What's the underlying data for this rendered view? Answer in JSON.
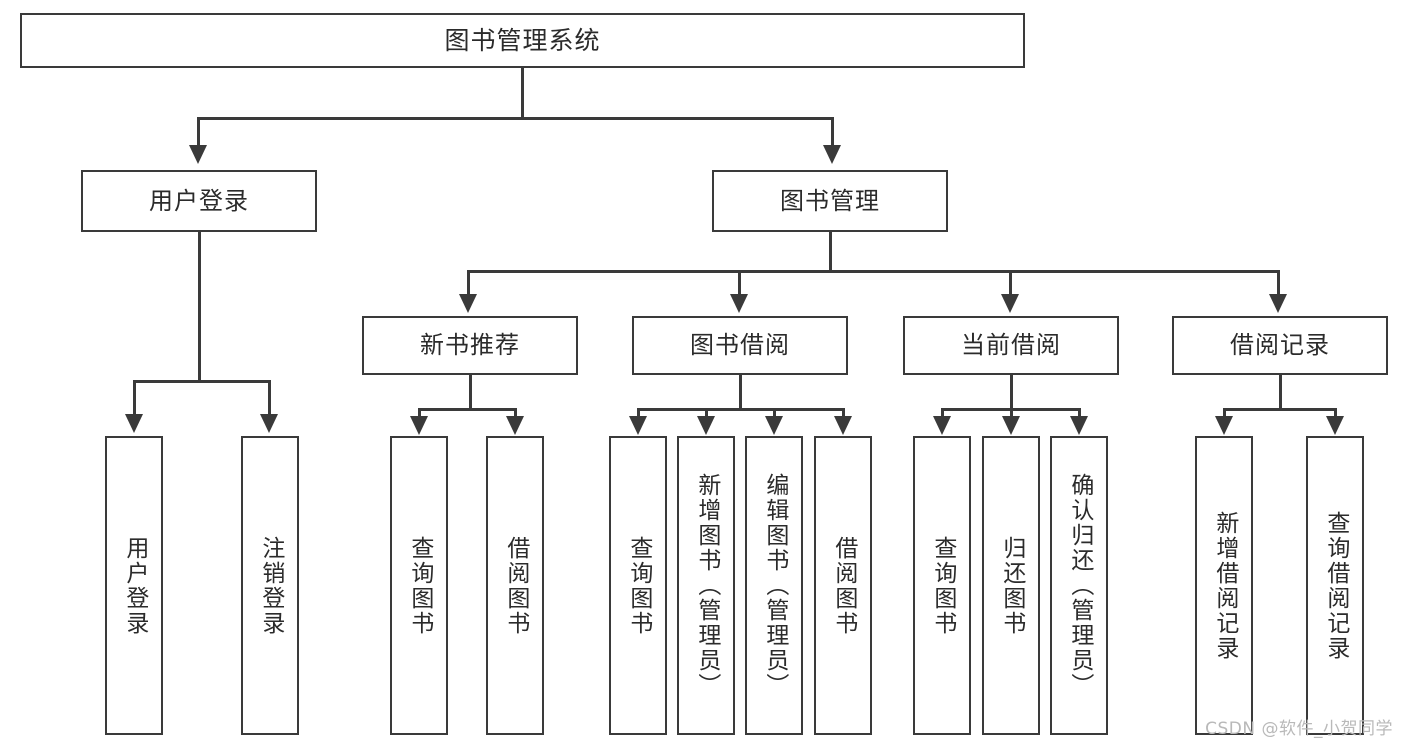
{
  "diagram": {
    "type": "tree-hierarchy",
    "title": "图书管理系统",
    "root": {
      "label": "图书管理系统"
    },
    "level2": [
      {
        "label": "用户登录"
      },
      {
        "label": "图书管理"
      }
    ],
    "level3": [
      {
        "label": "新书推荐"
      },
      {
        "label": "图书借阅"
      },
      {
        "label": "当前借阅"
      },
      {
        "label": "借阅记录"
      }
    ],
    "leaves": {
      "user_login": [
        "用户登录",
        "注销登录"
      ],
      "new_book_recommend": [
        "查询图书",
        "借阅图书"
      ],
      "book_borrow": [
        "查询图书",
        "新增图书（管理员）",
        "编辑图书（管理员）",
        "借阅图书"
      ],
      "current_borrow": [
        "查询图书",
        "归还图书",
        "确认归还（管理员）"
      ],
      "borrow_record": [
        "新增借阅记录",
        "查询借阅记录"
      ]
    }
  },
  "watermark": {
    "text": "CSDN @软件_小贺同学"
  },
  "colors": {
    "stroke": "#3a3a3a",
    "text": "#2b2b2b",
    "background": "#ffffff",
    "watermark": "#b9b9b9"
  }
}
